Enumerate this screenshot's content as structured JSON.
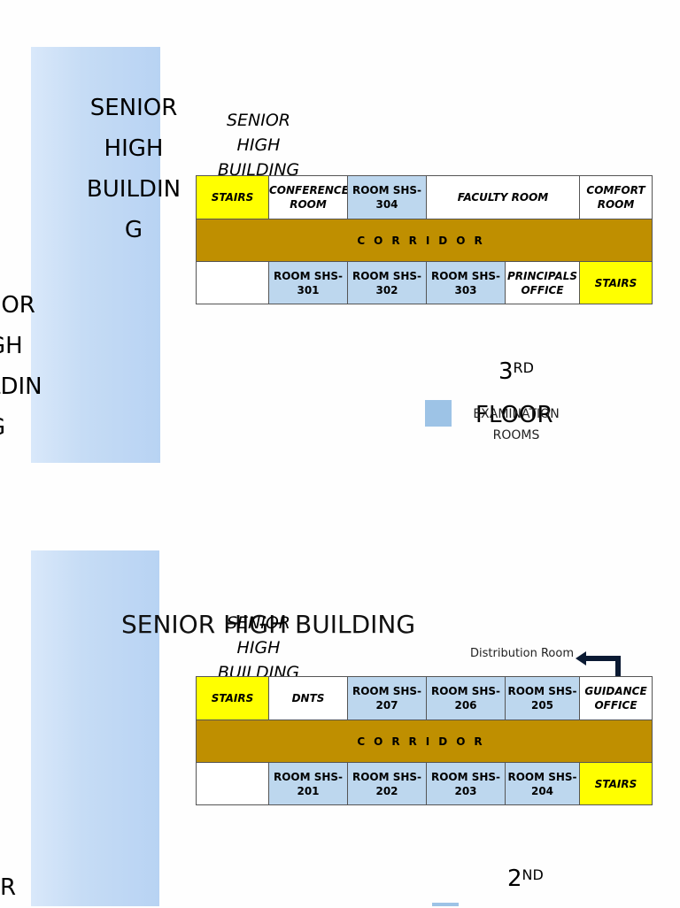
{
  "building": {
    "big_label_lines": [
      "SENIOR",
      "HIGH",
      "BUILDIN",
      "G"
    ],
    "side_cut_lines": [
      "IIOR",
      "GH",
      "LDIN",
      "G"
    ],
    "italic_label_lines": [
      "SENIOR",
      "HIGH",
      "BUILDING"
    ],
    "title_line": "SENIOR HIGH BUILDING",
    "bottom_cut": "R"
  },
  "floor3": {
    "top_row": [
      "STAIRS",
      "CONFERENCE ROOM",
      "ROOM SHS-304",
      "FACULTY ROOM",
      "COMFORT ROOM"
    ],
    "corridor": "CORRIDOR",
    "bottom_row": [
      "",
      "ROOM SHS-301",
      "ROOM SHS-302",
      "ROOM SHS-303",
      "PRINCIPALS OFFICE",
      "STAIRS"
    ],
    "floor_number": "3",
    "floor_suffix": "RD",
    "floor_word": "FLOOR",
    "legend": "EXAMINATION ROOMS"
  },
  "floor2": {
    "top_row": [
      "STAIRS",
      "DNTS",
      "ROOM SHS-207",
      "ROOM SHS-206",
      "ROOM SHS-205",
      "GUIDANCE OFFICE"
    ],
    "corridor": "CORRIDOR",
    "bottom_row": [
      "",
      "ROOM SHS-201",
      "ROOM SHS-202",
      "ROOM SHS-203",
      "ROOM SHS-204",
      "STAIRS"
    ],
    "floor_number": "2",
    "floor_suffix": "ND",
    "distribution_note": "Distribution Room"
  },
  "colors": {
    "stairs": "#ffff00",
    "exam_room": "#bdd7ee",
    "corridor": "#bf8f00",
    "panel": "#bdd7f5"
  }
}
